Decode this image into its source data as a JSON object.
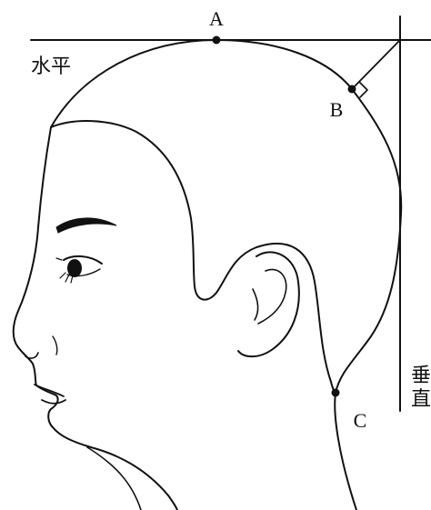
{
  "diagram": {
    "points": [
      {
        "label": "A"
      },
      {
        "label": "B"
      },
      {
        "label": "C"
      }
    ],
    "horizontal_label": "水平",
    "vertical_label_chars": [
      "垂",
      "直"
    ]
  }
}
